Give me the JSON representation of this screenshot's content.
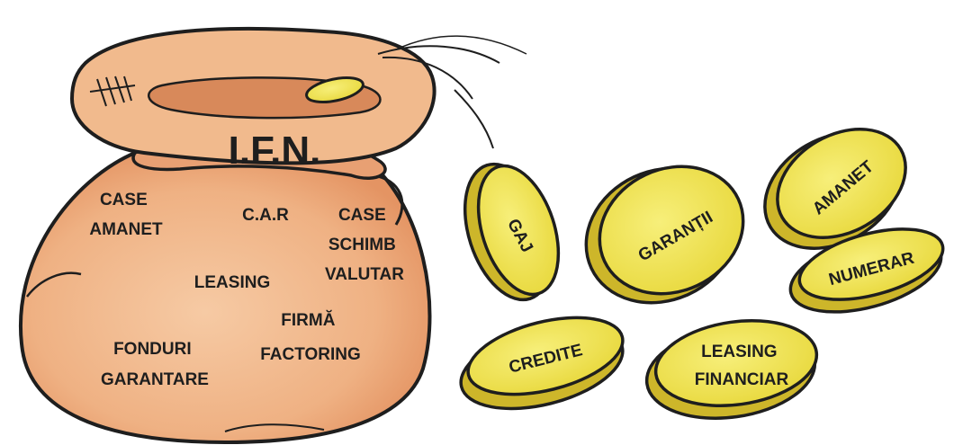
{
  "sack": {
    "title": "I.F.N.",
    "items": [
      {
        "lines": [
          "CASE",
          "AMANET"
        ]
      },
      {
        "lines": [
          "C.A.R"
        ]
      },
      {
        "lines": [
          "CASE",
          "SCHIMB",
          "VALUTAR"
        ]
      },
      {
        "lines": [
          "LEASING"
        ]
      },
      {
        "lines": [
          "FIRMĂ",
          "FACTORING"
        ]
      },
      {
        "lines": [
          "FONDURI",
          "GARANTARE"
        ]
      }
    ]
  },
  "coins": [
    {
      "lines": [
        "GAJ"
      ]
    },
    {
      "lines": [
        "GARANȚII"
      ]
    },
    {
      "lines": [
        "AMANET"
      ]
    },
    {
      "lines": [
        "NUMERAR"
      ]
    },
    {
      "lines": [
        "CREDITE"
      ]
    },
    {
      "lines": [
        "LEASING",
        "FINANCIAR"
      ]
    }
  ],
  "colors": {
    "sack_fill": "#f2b98c",
    "sack_shade": "#e79a68",
    "coin_fill": "#f3e75a",
    "coin_rim": "#e0c92e",
    "ink": "#1e1e1e"
  }
}
